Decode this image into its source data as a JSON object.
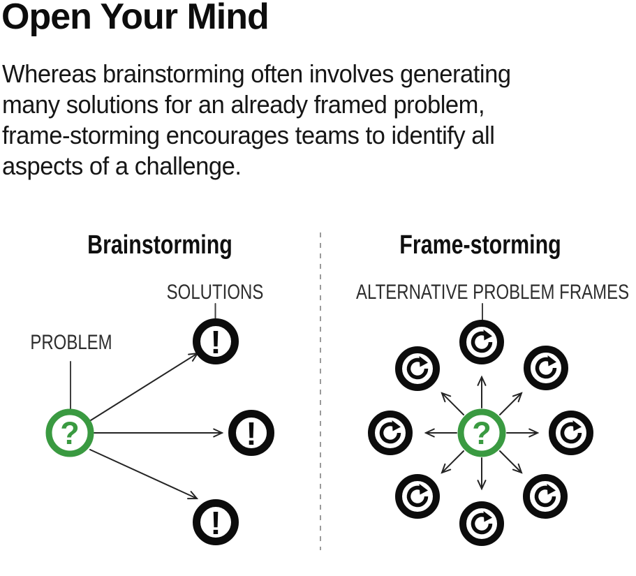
{
  "title": "Open Your Mind",
  "intro": {
    "lines": [
      "Whereas brainstorming often involves generating",
      "many solutions for an already framed problem,",
      "frame-storming encourages teams to identify all",
      "aspects of a challenge."
    ]
  },
  "diagram": {
    "left": {
      "heading": "Brainstorming",
      "problem_label": "PROBLEM",
      "solutions_label": "SOLUTIONS",
      "solution_count": 3
    },
    "right": {
      "heading": "Frame-storming",
      "frames_label": "ALTERNATIVE PROBLEM FRAMES",
      "frame_count": 8
    }
  },
  "icons": {
    "problem_glyph": "?",
    "solution_glyph": "!",
    "problem_icon": "question-mark-circle",
    "solution_icon": "exclamation-mark-circle",
    "frame_icon": "clockwise-refresh-arrow-circle"
  },
  "colors": {
    "accent_green": "#3a9a41",
    "icon_black": "#0c0c0c",
    "heading_black": "#0f0f0f",
    "label_gray": "#2d2d2d",
    "divider_gray": "#9a9a9a"
  }
}
